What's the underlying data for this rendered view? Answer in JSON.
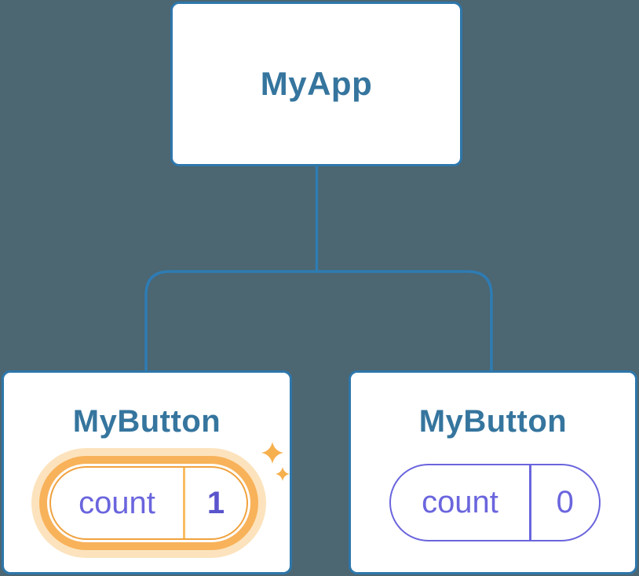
{
  "diagram": {
    "type": "component-tree",
    "description": "React component tree: MyApp root with two MyButton children holding count state"
  },
  "tree": {
    "root": {
      "label": "MyApp"
    },
    "children": [
      {
        "label": "MyButton",
        "state": {
          "name": "count",
          "value": "1"
        },
        "highlighted": true,
        "icon": "sparkles-icon"
      },
      {
        "label": "MyButton",
        "state": {
          "name": "count",
          "value": "0"
        },
        "highlighted": false
      }
    ]
  },
  "colors": {
    "background": "#4c6672",
    "card_background": "#ffffff",
    "card_border": "#2e77ab",
    "connector_line": "#2e7cb3",
    "component_label": "#35759e",
    "state_text": "#6a65dd",
    "state_value_highlight": "#5a54cc",
    "highlight_ring": "#f8b25a",
    "highlight_halo": "#fce3bd",
    "highlight_border": "#f0a23e",
    "highlight_divider": "#f9bd63",
    "sparkle": "#f6b04e"
  }
}
